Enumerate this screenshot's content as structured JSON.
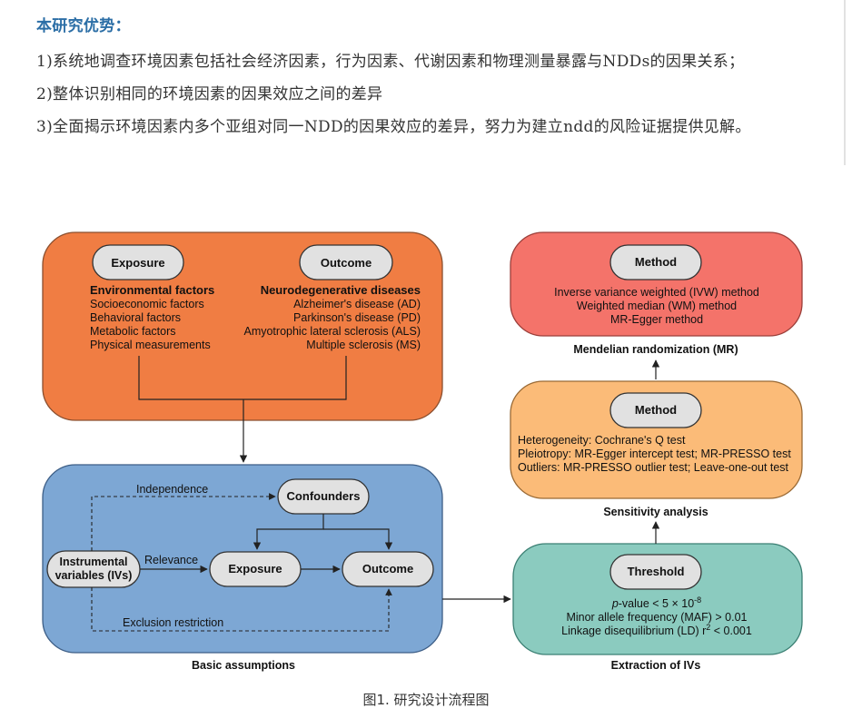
{
  "article": {
    "heading": "本研究优势：",
    "points": [
      "1)系统地调查环境因素包括社会经济因素，行为因素、代谢因素和物理测量暴露与NDDs的因果关系；",
      "2)整体识别相同的环境因素的因果效应之间的差异",
      "3)全面揭示环境因素内多个亚组对同一NDD的因果效应的差异，努力为建立ndd的风险证据提供见解。"
    ]
  },
  "figure": {
    "caption": "图1. 研究设计流程图",
    "top_panel": {
      "exposure_pill": "Exposure",
      "outcome_pill": "Outcome",
      "exposure_title": "Environmental factors",
      "exposure_items": [
        "Socioeconomic factors",
        "Behavioral factors",
        "Metabolic factors",
        "Physical measurements"
      ],
      "outcome_title": "Neurodegenerative diseases",
      "outcome_items": [
        "Alzheimer's disease (AD)",
        "Parkinson's disease (PD)",
        "Amyotrophic lateral sclerosis (ALS)",
        "Multiple sclerosis (MS)"
      ]
    },
    "assumptions_panel": {
      "label": "Basic assumptions",
      "confounders": "Confounders",
      "iv_line1": "Instrumental",
      "iv_line2": "variables (IVs)",
      "exposure": "Exposure",
      "outcome": "Outcome",
      "independence": "Independence",
      "relevance": "Relevance",
      "exclusion": "Exclusion restriction"
    },
    "iv_panel": {
      "label": "Extraction of IVs",
      "pill": "Threshold",
      "pvalue_prefix": "p",
      "pvalue_text": "-value < 5 × 10",
      "pvalue_exp": "-8",
      "maf": "Minor allele frequency (MAF) > 0.01",
      "ld_text": "Linkage disequilibrium (LD) r",
      "ld_exp": "2",
      "ld_tail": " < 0.001"
    },
    "sensitivity_panel": {
      "label": "Sensitivity analysis",
      "pill": "Method",
      "lines": [
        "Heterogeneity: Cochrane's Q test",
        "Pleiotropy: MR-Egger intercept test; MR-PRESSO test",
        "Outliers: MR-PRESSO outlier test; Leave-one-out test"
      ]
    },
    "mr_panel": {
      "label": "Mendelian randomization (MR)",
      "pill": "Method",
      "lines": [
        "Inverse variance weighted (IVW) method",
        "Weighted median (WM) method",
        "MR-Egger method"
      ]
    },
    "colors": {
      "orange_panel": "#f07d43",
      "blue_panel": "#7da7d4",
      "teal_panel": "#8bcbbf",
      "peach_panel": "#fbbb78",
      "red_panel": "#f4736a",
      "pill_fill": "#e1e1e1"
    }
  }
}
